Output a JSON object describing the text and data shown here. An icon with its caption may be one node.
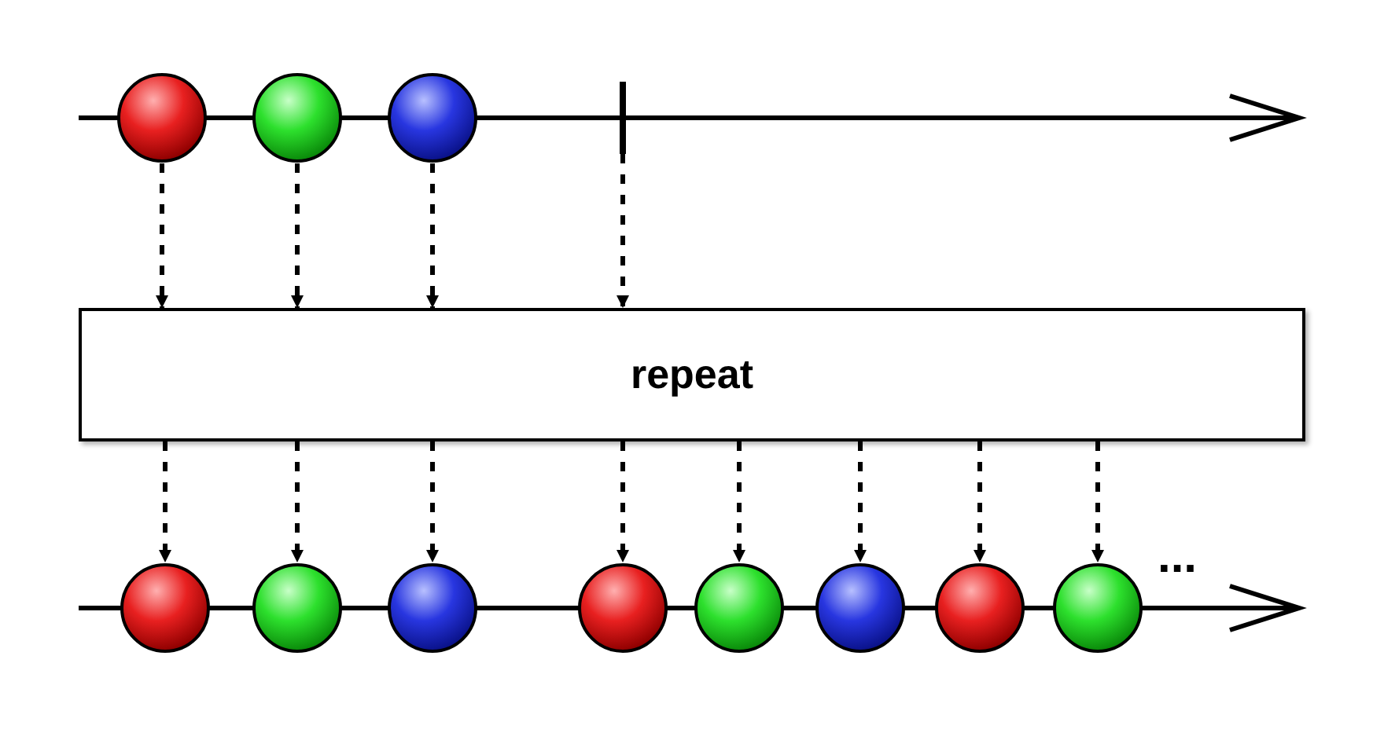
{
  "diagram": {
    "nodes": [
      {
        "text": [],
        "shape": "circle"
      },
      {
        "text": [],
        "shape": "circle"
      },
      {
        "text": [],
        "shape": "circle"
      },
      {
        "text": [],
        "shape": "bar"
      },
      {
        "text": [
          "repeat"
        ]
      },
      {
        "text": [],
        "shape": "circle"
      },
      {
        "text": [],
        "shape": "circle"
      },
      {
        "text": [],
        "shape": "circle"
      },
      {
        "text": [],
        "shape": "circle"
      },
      {
        "text": [],
        "shape": "circle"
      },
      {
        "text": [],
        "shape": "circle"
      },
      {
        "text": [],
        "shape": "circle"
      },
      {
        "text": [],
        "shape": "circle"
      }
    ],
    "edges": [
      {
        "from": 0,
        "to": 4,
        "arrow": "to",
        "style": "dashed"
      },
      {
        "from": 1,
        "to": 4,
        "arrow": "to",
        "style": "dashed"
      },
      {
        "from": 2,
        "to": 4,
        "arrow": "to",
        "style": "dashed"
      },
      {
        "from": 3,
        "to": 4,
        "arrow": "to",
        "style": "dashed"
      },
      {
        "from": 4,
        "to": 5,
        "arrow": "to",
        "style": "dashed"
      },
      {
        "from": 4,
        "to": 6,
        "arrow": "to",
        "style": "dashed"
      },
      {
        "from": 4,
        "to": 7,
        "arrow": "to",
        "style": "dashed"
      },
      {
        "from": 4,
        "to": 8,
        "arrow": "to",
        "style": "dashed"
      },
      {
        "from": 4,
        "to": 9,
        "arrow": "to",
        "style": "dashed"
      },
      {
        "from": 4,
        "to": 10,
        "arrow": "to",
        "style": "dashed"
      },
      {
        "from": 4,
        "to": 11,
        "arrow": "to",
        "style": "dashed"
      },
      {
        "from": 4,
        "to": 12,
        "arrow": "to",
        "style": "dashed"
      }
    ],
    "labels": [
      "..."
    ]
  }
}
